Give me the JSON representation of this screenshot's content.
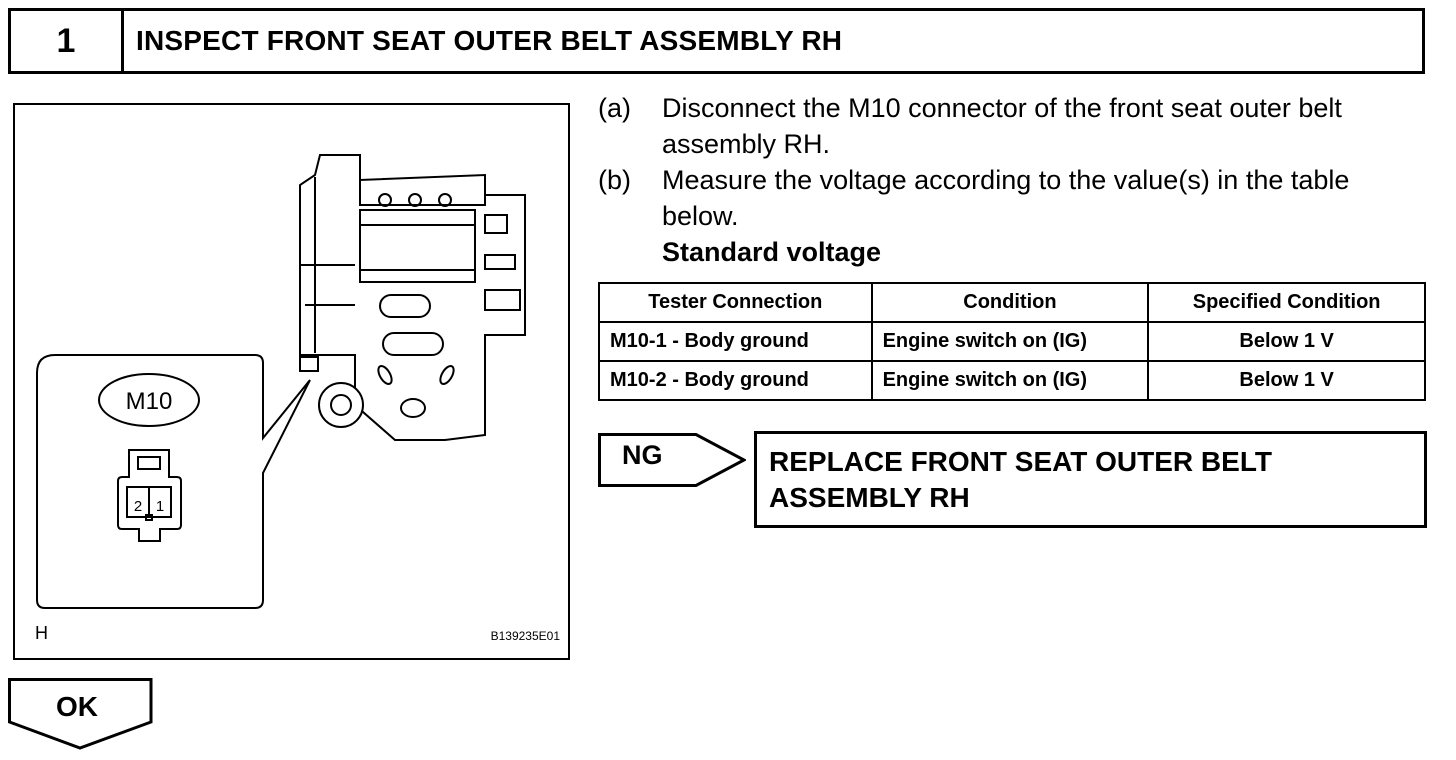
{
  "step": {
    "number": "1",
    "title": "INSPECT FRONT SEAT OUTER BELT ASSEMBLY RH"
  },
  "figure": {
    "connector_label": "M10",
    "pin_2": "2",
    "pin_1": "1",
    "corner_label": "H",
    "code": "B139235E01"
  },
  "instructions": [
    {
      "mark": "(a)",
      "text": "Disconnect the M10 connector of the front seat outer belt assembly RH."
    },
    {
      "mark": "(b)",
      "text": "Measure the voltage according to the value(s) in the table below."
    }
  ],
  "standard_heading": "Standard voltage",
  "table": {
    "headers": [
      "Tester Connection",
      "Condition",
      "Specified Condition"
    ],
    "rows": [
      [
        "M10-1 - Body ground",
        "Engine switch on (IG)",
        "Below 1 V"
      ],
      [
        "M10-2 - Body ground",
        "Engine switch on (IG)",
        "Below 1 V"
      ]
    ]
  },
  "ng": {
    "label": "NG",
    "action": "REPLACE FRONT SEAT OUTER BELT ASSEMBLY RH"
  },
  "ok": {
    "label": "OK"
  }
}
